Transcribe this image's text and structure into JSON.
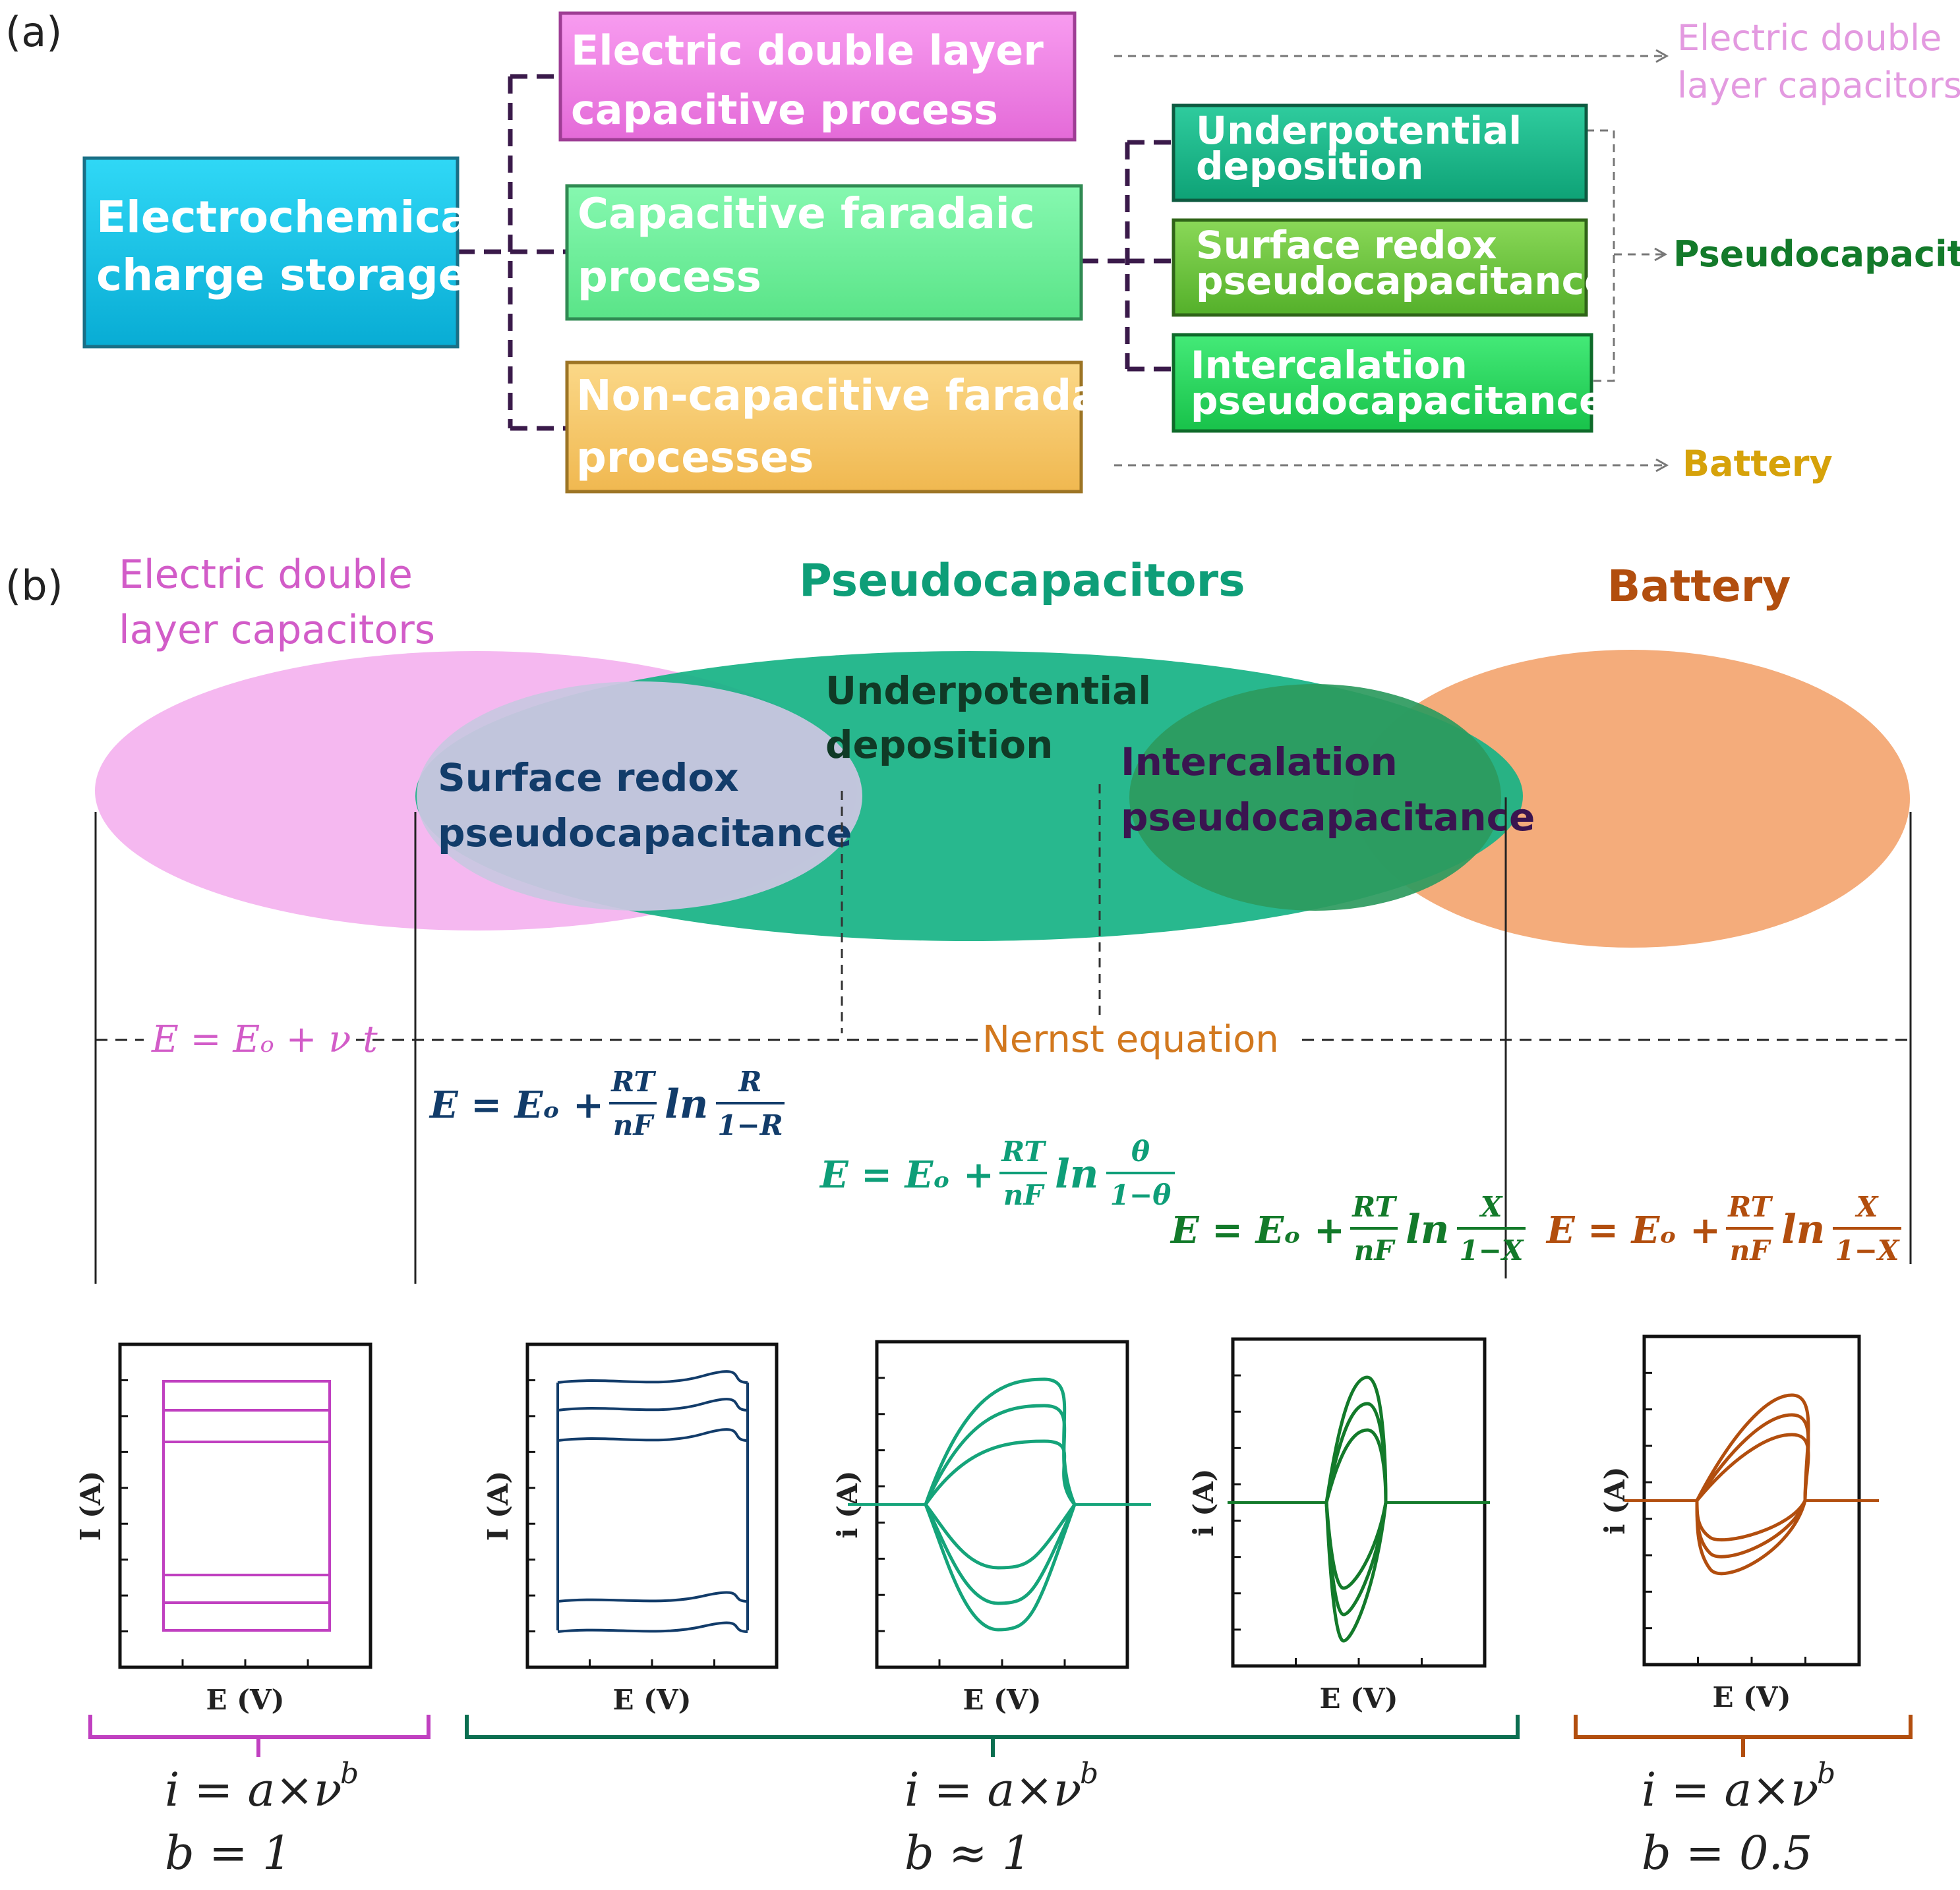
{
  "panel_a_label": "(a)",
  "panel_b_label": "(b)",
  "colors": {
    "root": "#19c6e8",
    "edl": "#f07ae8",
    "capfar": "#6ef09c",
    "noncap": "#f7c768",
    "upd": "#14b888",
    "surface": "#6fcc3c",
    "intercal": "#22dc5c",
    "pink_text": "#d25cc8",
    "teal_text": "#0e9e78",
    "green_text": "#137a2a",
    "navy_text": "#123c6a",
    "purple_text": "#3a1550",
    "orange_text": "#d2781e",
    "brown_text": "#b24e0e",
    "gold_text": "#d6a20a"
  },
  "flow": {
    "root": [
      "Electrochemical",
      "charge storage"
    ],
    "edl_process": [
      "Electric double layer",
      "capacitive process"
    ],
    "capacitive_faradaic": [
      "Capacitive faradaic",
      "process"
    ],
    "non_capacitive": [
      "Non-capacitive faradaic",
      "processes"
    ],
    "upd": [
      "Underpotential",
      "deposition"
    ],
    "surface_redox": [
      "Surface redox",
      "pseudocapacitance"
    ],
    "intercalation": [
      "Intercalation",
      "pseudocapacitance"
    ],
    "out_edlc": [
      "Electric double",
      "layer capacitors"
    ],
    "out_pseudo": "Pseudocapacitor",
    "out_battery": "Battery"
  },
  "venn": {
    "edlc_title": [
      "Electric double",
      "layer capacitors"
    ],
    "pseudo_title": "Pseudocapacitors",
    "battery_title": "Battery",
    "upd": [
      "Underpotential",
      "deposition"
    ],
    "surface": [
      "Surface redox",
      "pseudocapacitance"
    ],
    "intercal": [
      "Intercalation",
      "pseudocapacitance"
    ]
  },
  "equations": {
    "edlc": "E = Eₒ + ν t",
    "nernst": "Nernst equation",
    "surface": {
      "lhs": "E = Eₒ +",
      "frac1_num": "RT",
      "frac1_den": "nF",
      "ln": "ln",
      "frac2_num": "R",
      "frac2_den": "1−R"
    },
    "upd": {
      "lhs": "E = Eₒ +",
      "frac1_num": "RT",
      "frac1_den": "nF",
      "ln": "ln",
      "frac2_num": "θ",
      "frac2_den": "1−θ"
    },
    "intercal": {
      "lhs": "E = Eₒ +",
      "frac1_num": "RT",
      "frac1_den": "nF",
      "ln": "ln",
      "frac2_num": "X",
      "frac2_den": "1−X"
    },
    "battery": {
      "lhs": "E = Eₒ +",
      "frac1_num": "RT",
      "frac1_den": "nF",
      "ln": "ln",
      "frac2_num": "X",
      "frac2_den": "1−X"
    }
  },
  "cv_plots": {
    "xlabel": "E (V)",
    "ylabel": "i (A)",
    "plot1_ylabel": "I (A)",
    "plot2_ylabel": "I (A)"
  },
  "power_law": {
    "formula": "i = a×ν",
    "exponent": "b",
    "edlc_b": "b = 1",
    "pseudo_b": "b ≈ 1",
    "battery_b": "b =  0.5"
  }
}
